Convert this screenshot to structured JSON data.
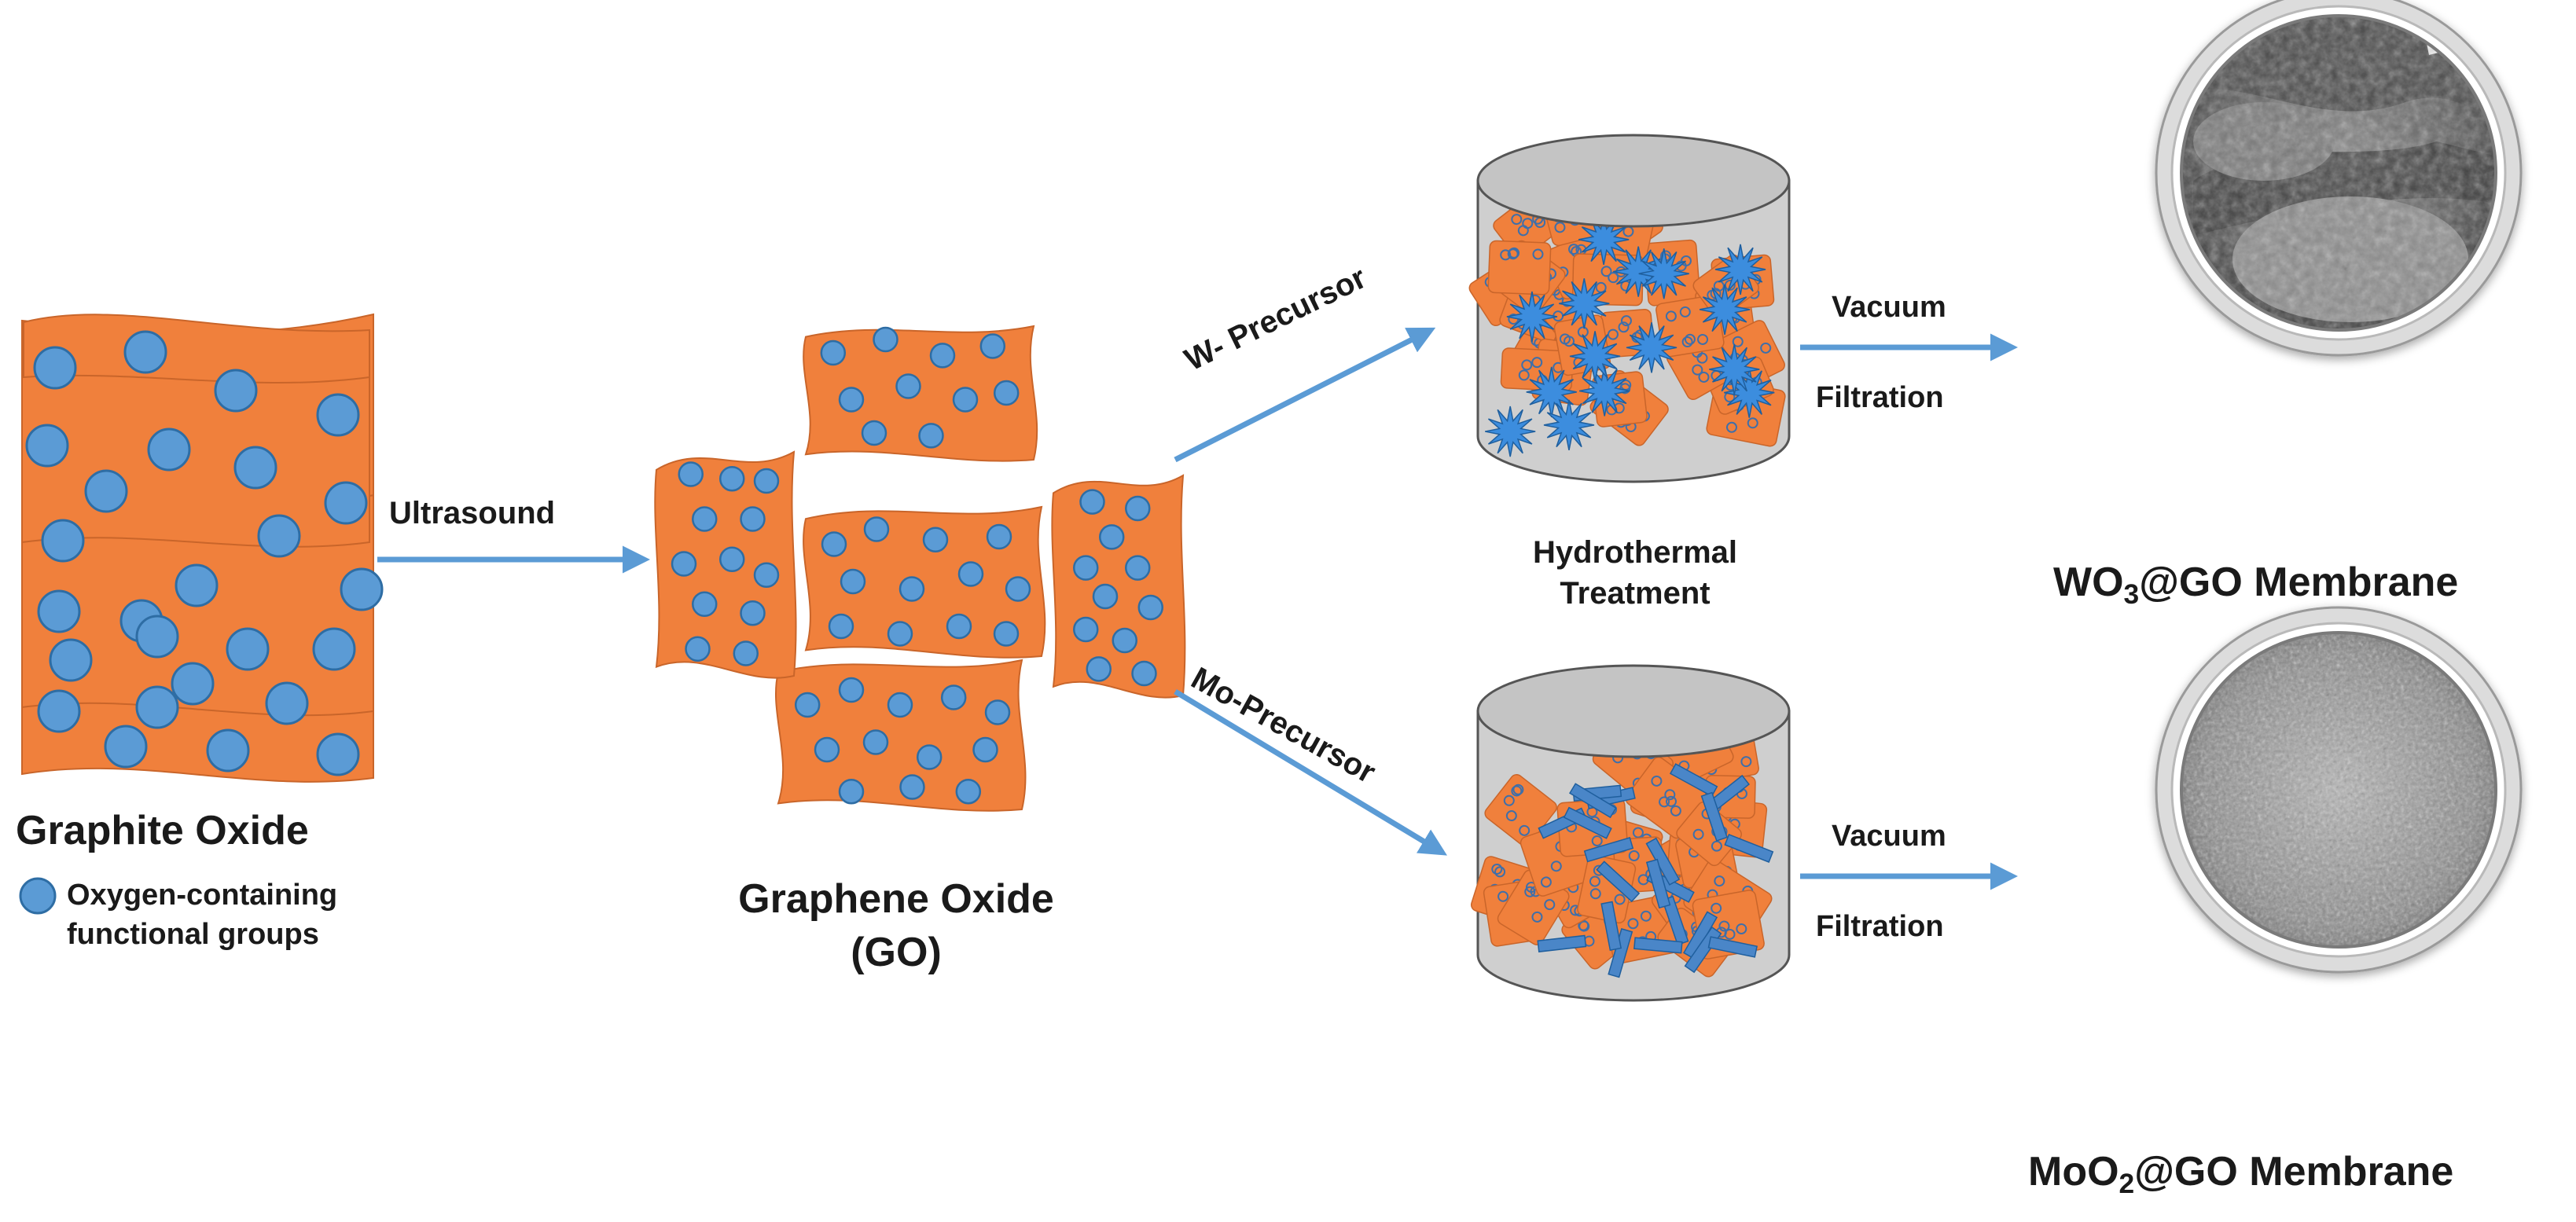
{
  "colors": {
    "sheet": "#F0803C",
    "sheet_edge": "#C9652A",
    "dot": "#5B9BD5",
    "dot_edge": "#2E6DA4",
    "arrow": "#5B9BD5",
    "cylinder_body": "#CFCFCF",
    "cylinder_edge": "#555555",
    "ring": "#DCDCDC"
  },
  "icons": {
    "functional_group": "blue-dot-icon",
    "wo3_nanoparticle": "blue-star-icon",
    "moo2_nanorod": "blue-rod-icon"
  },
  "labels": {
    "graphite_oxide": "Graphite Oxide",
    "legend_line1": "Oxygen-containing",
    "legend_line2": "functional groups",
    "ultrasound": "Ultrasound",
    "graphene_oxide_line1": "Graphene Oxide",
    "graphene_oxide_line2": "(GO)",
    "w_precursor": "W- Precursor",
    "mo_precursor": "Mo-Precursor",
    "hydrothermal_line1": "Hydrothermal",
    "hydrothermal_line2": "Treatment",
    "vacuum_top": "Vacuum",
    "filtration_top": "Filtration",
    "vacuum_bottom": "Vacuum",
    "filtration_bottom": "Filtration",
    "wo3_prefix": "WO",
    "wo3_sub": "3",
    "wo3_suffix": "@GO Membrane",
    "moo2_prefix": "MoO",
    "moo2_sub": "2",
    "moo2_suffix": "@GO Membrane"
  }
}
